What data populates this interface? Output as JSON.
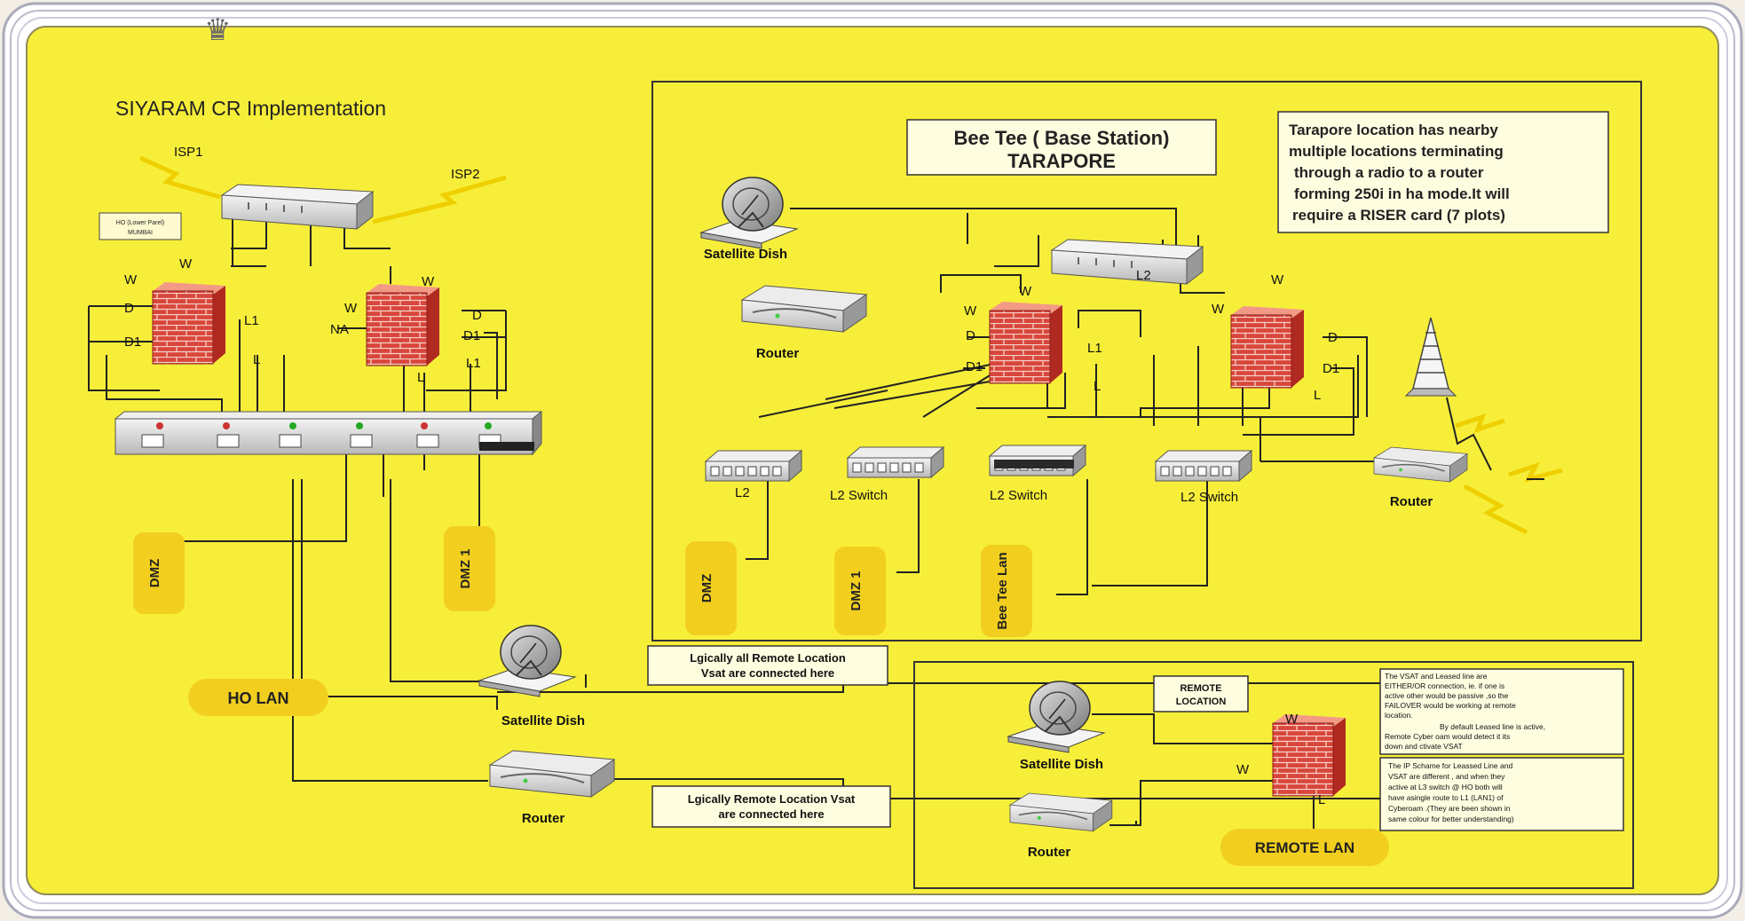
{
  "title": "SIYARAM CR Implementation",
  "ho": {
    "isp1": "ISP1",
    "isp2": "ISP2",
    "site_label_1": "HO (Lower Parel)",
    "site_label_2": "MUMBAI",
    "fw1": {
      "w": "W",
      "d": "D",
      "d1": "D1",
      "l1": "L1",
      "l": "L"
    },
    "fw2": {
      "w": "W",
      "w2": "W",
      "na": "NA",
      "d": "D",
      "d1": "D1",
      "l1": "L1",
      "l": "L"
    },
    "dmz": "DMZ",
    "dmz1": "DMZ 1",
    "ho_lan": "HO LAN",
    "satellite": "Satellite Dish",
    "router": "Router"
  },
  "note_vsat": "Lgically all Remote Location Vsat are connected here",
  "note_vsat_2": "Vsat are connected here",
  "note_vsat_1": "Lgically all Remote Location",
  "note_router_1": "Lgically Remote Location Vsat",
  "note_router_2": "are connected here",
  "base": {
    "title_1": "Bee Tee ( Base Station)",
    "title_2": "TARAPORE",
    "info_1": "Tarapore location has nearby",
    "info_2": "multiple locations terminating",
    "info_3": "through a radio to a router",
    "info_4": "forming  250i in ha mode.It will",
    "info_5": "require a RISER card (7 plots)",
    "satellite": "Satellite Dish",
    "router": "Router",
    "router2": "Router",
    "l2": "L2",
    "fw1": {
      "w": "W",
      "d": "D",
      "d1": "D1",
      "l1": "L1",
      "l": "L"
    },
    "fw2": {
      "w": "W",
      "w2": "W",
      "d": "D",
      "d1": "D1",
      "l": "L"
    },
    "sw_l2_a": "L2",
    "sw_l2_b": "L2 Switch",
    "sw_l2_c": "L2 Switch",
    "sw_l2_d": "L2 Switch",
    "dmz": "DMZ",
    "dmz1": "DMZ 1",
    "beetee_lan": "Bee Tee Lan"
  },
  "remote": {
    "label_1": "REMOTE",
    "label_2": "LOCATION",
    "satellite": "Satellite Dish",
    "router": "Router",
    "w1": "W",
    "w2": "W",
    "l": "L",
    "lan": "REMOTE LAN",
    "note1_1": "The VSAT and Leased line are",
    "note1_2": "EITHER/OR connection, ie. if one is",
    "note1_3": "active other would be passive ,so the",
    "note1_4": "FAILOVER would be working at remote",
    "note1_5": "location.",
    "note1_6": "By default Leased line is active,",
    "note1_7": "Remote  Cyber oam would detect it its",
    "note1_8": "down and ctivate VSAT",
    "note2_1": "The IP Schame for Leassed Line and",
    "note2_2": "VSAT  are different , and when they",
    "note2_3": "active at L3 switch @ HO both will",
    "note2_4": "have asingle route to L1 (LAN1) of",
    "note2_5": "Cyberoam .(They are been shown in",
    "note2_6": "same colour for better understanding)"
  },
  "colors": {
    "yellow": "#f7ee3a",
    "firewall": "#d8463c",
    "pill": "#f2cf1e",
    "line": "#222222"
  }
}
